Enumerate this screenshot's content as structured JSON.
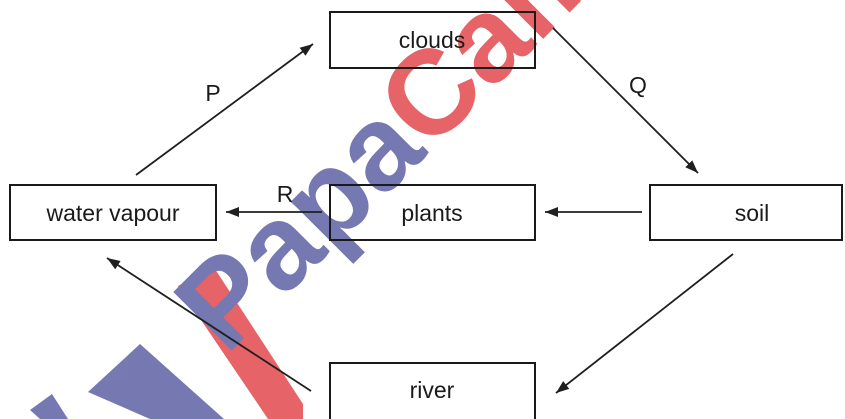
{
  "nodes": {
    "clouds": "clouds",
    "water_vapour": "water vapour",
    "plants": "plants",
    "soil": "soil",
    "river": "river"
  },
  "arrow_labels": {
    "p": "P",
    "q": "Q",
    "r": "R"
  },
  "watermark": {
    "part_blue": "Papa",
    "part_red": "Cam"
  },
  "colors": {
    "ink": "#1a1a1a",
    "watermark_blue": "#5f62a4",
    "watermark_red": "#e2484d"
  }
}
